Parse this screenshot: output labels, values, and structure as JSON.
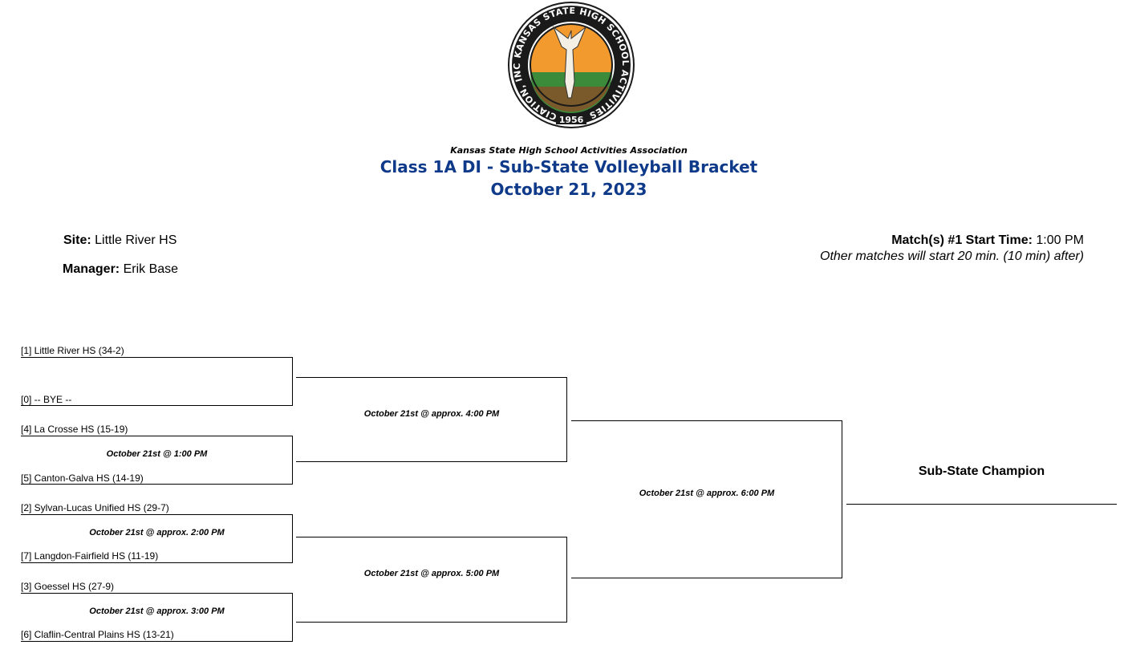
{
  "header": {
    "logo": {
      "name": "KSHSAA seal",
      "ring_text": "KANSAS STATE HIGH SCHOOL ACTIVITIES ASSOCIATION, INC.",
      "year": "1956"
    },
    "organization": "Kansas State High School Activities Association",
    "title": "Class 1A DI - Sub-State Volleyball Bracket",
    "date": "October 21, 2023"
  },
  "info": {
    "site_label": "Site:",
    "site_value": "Little River HS",
    "manager_label": "Manager:",
    "manager_value": "Erik Base",
    "start_label": "Match(s) #1 Start Time:",
    "start_value": "1:00 PM",
    "note": "Other matches will start 20 min. (10 min) after)"
  },
  "bracket": {
    "teams": [
      "[1] Little River HS (34-2)",
      "[0] -- BYE --",
      "[4] La Crosse HS (15-19)",
      "[5] Canton-Galva HS (14-19)",
      "[2] Sylvan-Lucas Unified HS (29-7)",
      "[7] Langdon-Fairfield HS (11-19)",
      "[3] Goessel HS (27-9)",
      "[6] Claflin-Central Plains HS (13-21)"
    ],
    "round1": [
      "October 21st @ 1:00 PM",
      "October 21st @ approx. 2:00 PM",
      "October 21st @ approx. 3:00 PM"
    ],
    "round2": [
      "October 21st @ approx. 4:00 PM",
      "October 21st @ approx. 5:00 PM"
    ],
    "final": "October 21st @ approx. 6:00 PM",
    "champion_label": "Sub-State Champion"
  }
}
